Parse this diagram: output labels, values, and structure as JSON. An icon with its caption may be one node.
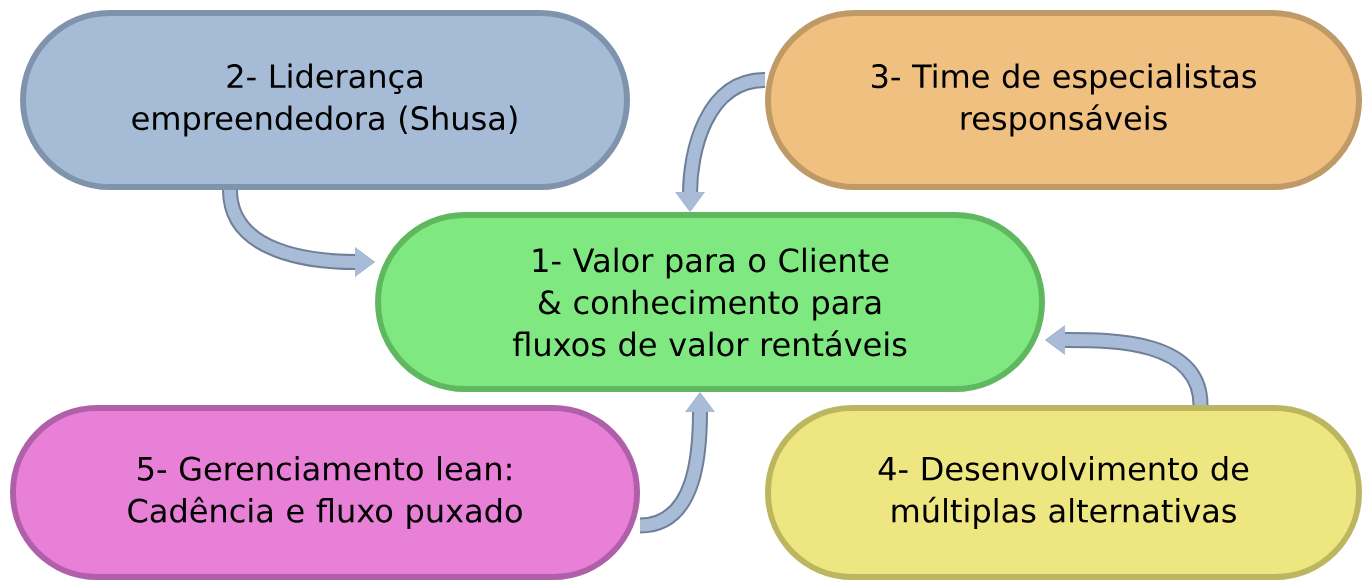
{
  "diagram": {
    "nodes": [
      {
        "text": [
          "2- Liderança empreendedora (Shusa)"
        ]
      },
      {
        "text": [
          "3- Time de especialistas responsáveis"
        ]
      },
      {
        "text": [
          "1- Valor para o Cliente & conhecimento para fluxos de valor rentáveis"
        ]
      },
      {
        "text": [
          "5- Gerenciamento lean: Cadência e fluxo puxado"
        ]
      },
      {
        "text": [
          "4- Desenvolvimento de múltiplas alternativas"
        ]
      }
    ],
    "edges": [
      {
        "from": 0,
        "to": 2,
        "arrow": "to"
      },
      {
        "from": 1,
        "to": 2,
        "arrow": "to"
      },
      {
        "from": 4,
        "to": 2,
        "arrow": "to"
      },
      {
        "from": 3,
        "to": 2,
        "arrow": "to"
      }
    ]
  }
}
